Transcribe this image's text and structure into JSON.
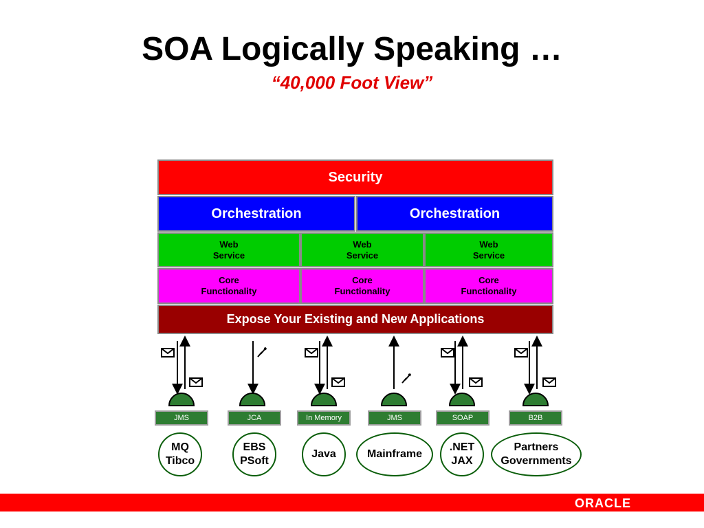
{
  "title": "SOA Logically Speaking …",
  "subtitle": "“40,000 Foot View”",
  "stack": {
    "security": "Security",
    "orchestration_left": "Orchestration",
    "orchestration_right": "Orchestration",
    "web_service": [
      "Web\nService",
      "Web\nService",
      "Web\nService"
    ],
    "core_functionality": [
      "Core\nFunctionality",
      "Core\nFunctionality",
      "Core\nFunctionality"
    ],
    "expose": "Expose Your Existing and New Applications"
  },
  "adapters": [
    {
      "protocol": "JMS",
      "app": "MQ\nTibco"
    },
    {
      "protocol": "JCA",
      "app": "EBS\nPSoft"
    },
    {
      "protocol": "In Memory",
      "app": "Java"
    },
    {
      "protocol": "JMS",
      "app": "Mainframe"
    },
    {
      "protocol": "SOAP",
      "app": ".NET\nJAX"
    },
    {
      "protocol": "B2B",
      "app": "Partners\nGovernments"
    }
  ],
  "logo": "ORACLE",
  "colors": {
    "security": "#ff0000",
    "orchestration": "#0000ff",
    "web_service": "#00cc00",
    "core": "#ff00ff",
    "expose": "#990000",
    "adapter": "#2e7d32",
    "footer": "#ff0000"
  },
  "icons": [
    "envelope-icon",
    "lightning-icon",
    "arrow-up-icon",
    "arrow-down-icon"
  ]
}
